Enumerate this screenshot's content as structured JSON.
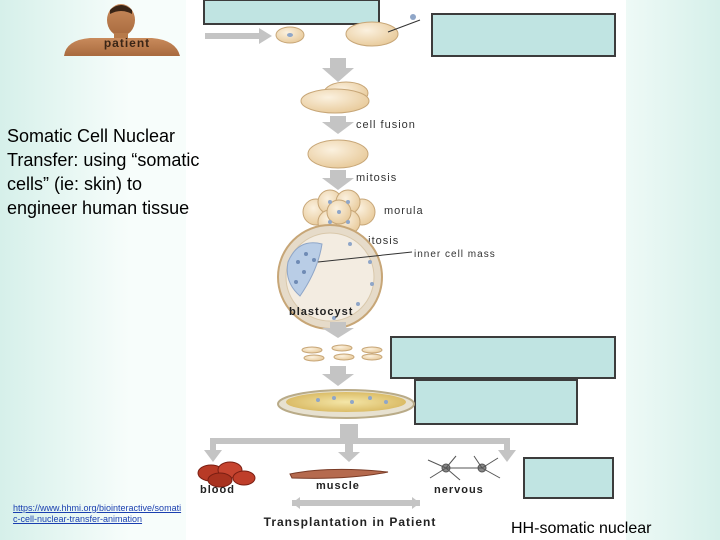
{
  "heading": "Somatic Cell Nuclear Transfer: using “somatic cells” (ie: skin) to engineer human tissue",
  "link": "https://www.hhmi.org/biointeractive/somatic-cell-nuclear-transfer-animation",
  "footer": "HH-somatic nuclear",
  "diagram": {
    "patient_label": "patient",
    "steps": {
      "cell_fusion": "cell fusion",
      "mitosis_1": "mitosis",
      "morula": "morula",
      "mitosis_2": "mitosis",
      "inner_cell_mass": "inner cell mass",
      "blastocyst": "blastocyst"
    },
    "tissues": {
      "blood": "blood",
      "muscle": "muscle",
      "nervous": "nervous"
    },
    "transplant_label": "Transplantation in Patient"
  },
  "colors": {
    "label_box_fill": "#c0e4e2",
    "label_box_border": "#3c3c3c",
    "arrow_gray": "#c4c4c4",
    "cell_fill": "#f5e2c2",
    "background": "#d6f0ea"
  }
}
